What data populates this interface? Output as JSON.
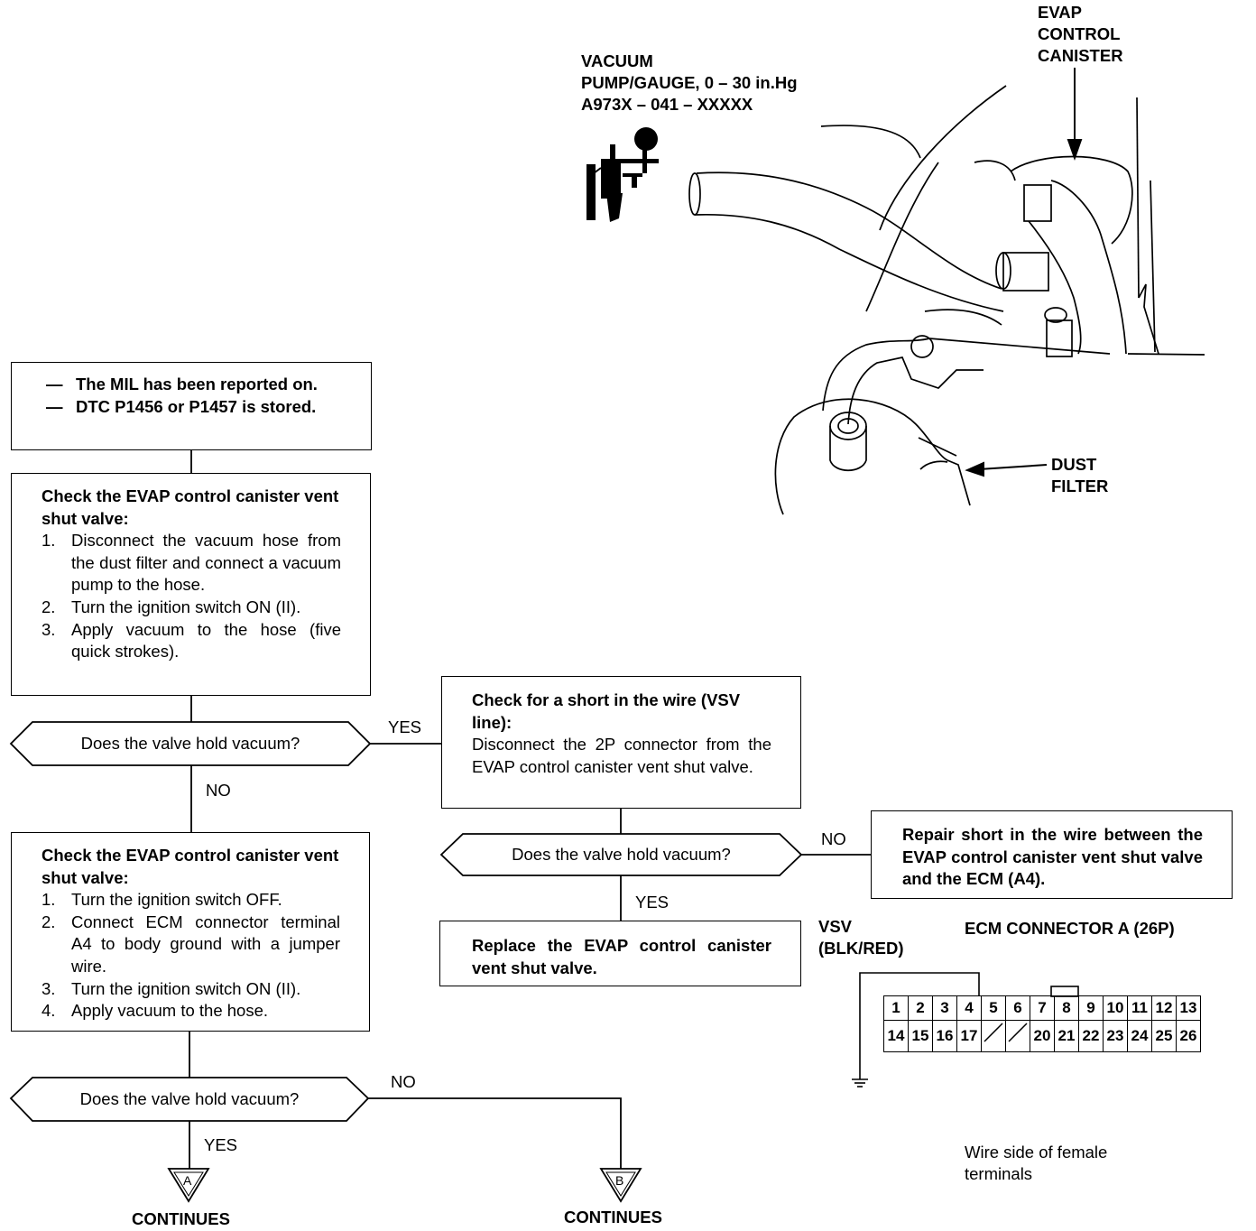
{
  "illustration": {
    "pump_label": [
      "VACUUM",
      "PUMP/GAUGE, 0 – 30 in.Hg",
      "A973X – 041 – XXXXX"
    ],
    "canister_label": [
      "EVAP",
      "CONTROL",
      "CANISTER"
    ],
    "filter_label": [
      "DUST",
      "FILTER"
    ]
  },
  "flow": {
    "start": {
      "items": [
        "The MIL has been reported on.",
        "DTC P1456 or P1457 is stored."
      ]
    },
    "check1": {
      "heading": "Check the EVAP control canister vent shut valve:",
      "steps": [
        {
          "num": "1.",
          "text": "Disconnect the vacuum hose from the dust filter and connect a vacuum pump to the hose."
        },
        {
          "num": "2.",
          "text": "Turn the ignition switch ON (II)."
        },
        {
          "num": "3.",
          "text": "Apply vacuum to the hose (five quick strokes)."
        }
      ]
    },
    "decision1": {
      "question": "Does the valve hold vacuum?",
      "yes": "YES",
      "no": "NO"
    },
    "check_short": {
      "heading": "Check for a short in the wire (VSV line):",
      "body": "Disconnect the 2P connector from the EVAP control canister vent shut valve."
    },
    "decision2": {
      "question": "Does the valve hold vacuum?",
      "no": "NO",
      "yes": "YES"
    },
    "repair": {
      "text": "Repair short in the wire between the EVAP control canister vent shut valve and the ECM (A4)."
    },
    "replace": {
      "text": "Replace the EVAP control canister vent shut valve."
    },
    "check2": {
      "heading": "Check the EVAP control canister vent shut valve:",
      "steps": [
        {
          "num": "1.",
          "text": "Turn the ignition switch OFF."
        },
        {
          "num": "2.",
          "text": "Connect ECM connector terminal A4 to body ground with a jumper wire."
        },
        {
          "num": "3.",
          "text": "Turn the ignition switch ON (II)."
        },
        {
          "num": "4.",
          "text": "Apply vacuum to the hose."
        }
      ]
    },
    "decision3": {
      "question": "Does the valve hold vacuum?",
      "no": "NO",
      "yes": "YES"
    },
    "continue_a": {
      "letter": "A",
      "label": "CONTINUES"
    },
    "continue_b": {
      "letter": "B",
      "label": "CONTINUES"
    }
  },
  "connector": {
    "wire_label": [
      "VSV",
      "(BLK/RED)"
    ],
    "title": "ECM CONNECTOR A (26P)",
    "row1": [
      "1",
      "2",
      "3",
      "4",
      "5",
      "6",
      "7",
      "8",
      "9",
      "10",
      "11",
      "12",
      "13"
    ],
    "row2": [
      "14",
      "15",
      "16",
      "17",
      "",
      "",
      "20",
      "21",
      "22",
      "23",
      "24",
      "25",
      "26"
    ],
    "note": [
      "Wire side of female",
      "terminals"
    ]
  }
}
